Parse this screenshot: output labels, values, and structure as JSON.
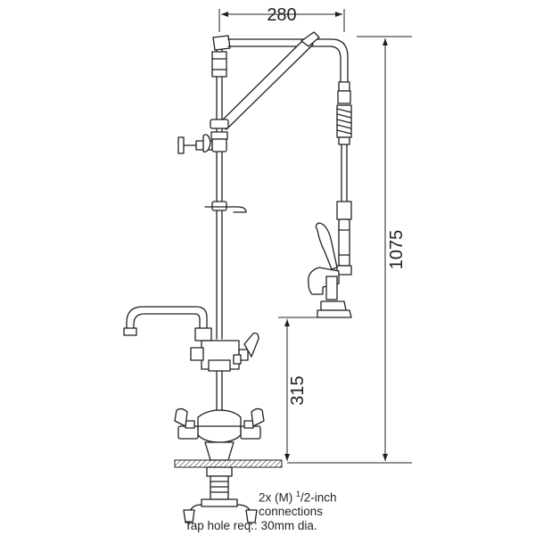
{
  "dimensions": {
    "width": "280",
    "height_total": "1075",
    "spout_height": "315"
  },
  "notes": {
    "connections_prefix": "2x (M) ",
    "connections_sup": "1",
    "connections_suffix": "/2-inch",
    "connections_line2": "connections",
    "tap_hole": "Tap hole req.: 30mm dia."
  },
  "colors": {
    "line": "#231f20",
    "background": "#ffffff"
  }
}
